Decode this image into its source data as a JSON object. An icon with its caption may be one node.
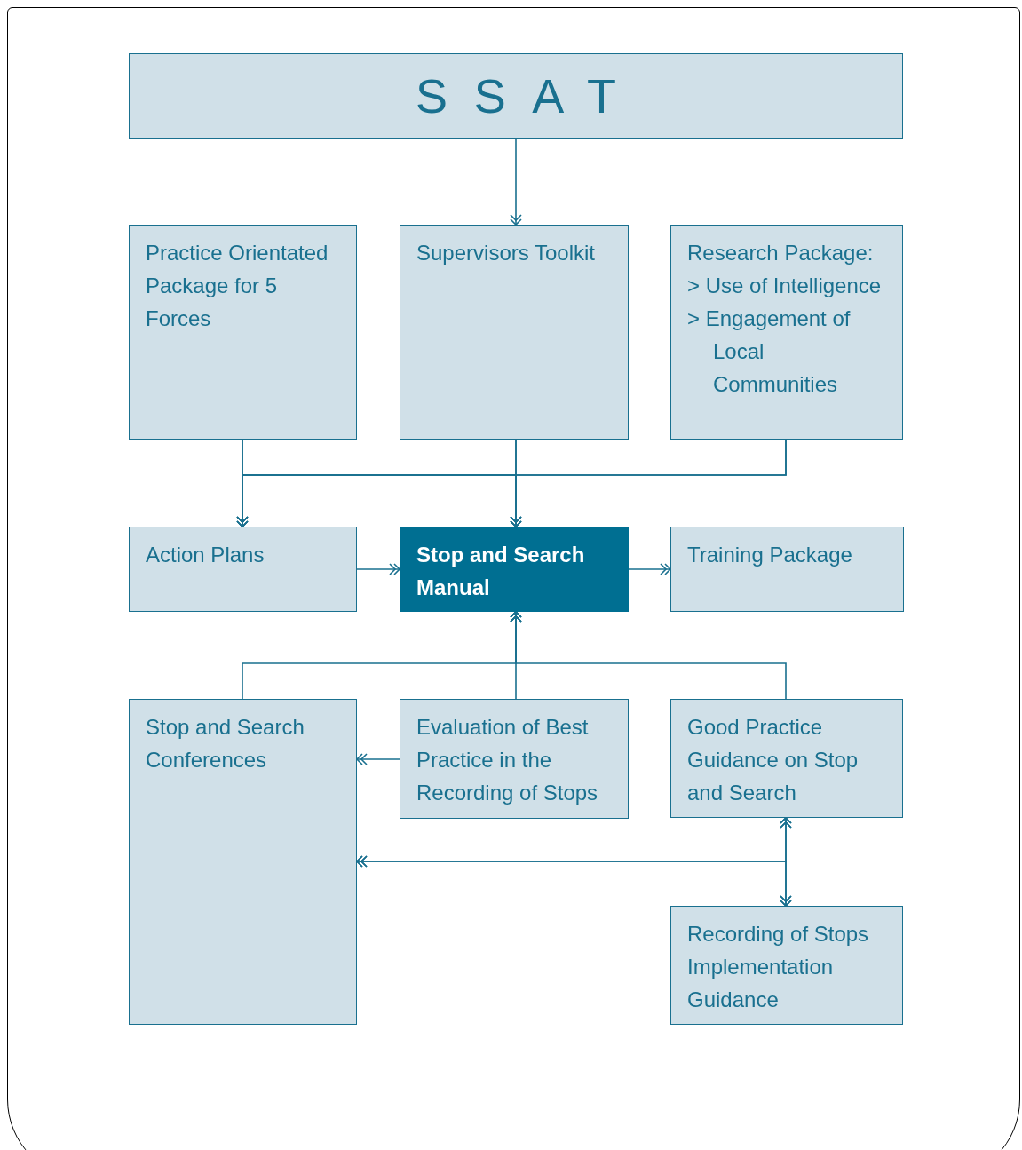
{
  "diagram": {
    "nodes": [
      {
        "text": [
          "SSAT"
        ]
      },
      {
        "text": [
          "Practice Orientated Package for 5 Forces"
        ]
      },
      {
        "text": [
          "Supervisors Toolkit"
        ]
      },
      {
        "text": [
          "Research Package:",
          "> Use of Intelligence",
          "> Engagement of Local Communities"
        ]
      },
      {
        "text": [
          "Action Plans"
        ]
      },
      {
        "text": [
          "Stop and Search Manual"
        ]
      },
      {
        "text": [
          "Training Package"
        ]
      },
      {
        "text": [
          "Stop and Search Conferences"
        ]
      },
      {
        "text": [
          "Evaluation of Best Practice in the Recording of Stops"
        ]
      },
      {
        "text": [
          "Good Practice Guidance on Stop and Search"
        ]
      },
      {
        "text": [
          "Recording of Stops Implementation Guidance"
        ]
      }
    ],
    "edges": [
      {
        "from": 0,
        "to": 2,
        "arrow": "to"
      },
      {
        "from": 1,
        "to": 4,
        "arrow": "to"
      },
      {
        "from": 1,
        "to": 5,
        "arrow": "to"
      },
      {
        "from": 2,
        "to": 4,
        "arrow": "to"
      },
      {
        "from": 2,
        "to": 5,
        "arrow": "to"
      },
      {
        "from": 3,
        "to": 5,
        "arrow": "to"
      },
      {
        "from": 3,
        "to": 4,
        "arrow": "to"
      },
      {
        "from": 4,
        "to": 5,
        "arrow": "to"
      },
      {
        "from": 5,
        "to": 6,
        "arrow": "to"
      },
      {
        "from": 7,
        "to": 5,
        "arrow": "to"
      },
      {
        "from": 8,
        "to": 5,
        "arrow": "to"
      },
      {
        "from": 9,
        "to": 5,
        "arrow": "to"
      },
      {
        "from": 8,
        "to": 7,
        "arrow": "to"
      },
      {
        "from": 9,
        "to": 10,
        "arrow": "both"
      },
      {
        "from": 9,
        "to": 7,
        "arrow": "both"
      },
      {
        "from": 10,
        "to": 7,
        "arrow": "both"
      }
    ]
  }
}
